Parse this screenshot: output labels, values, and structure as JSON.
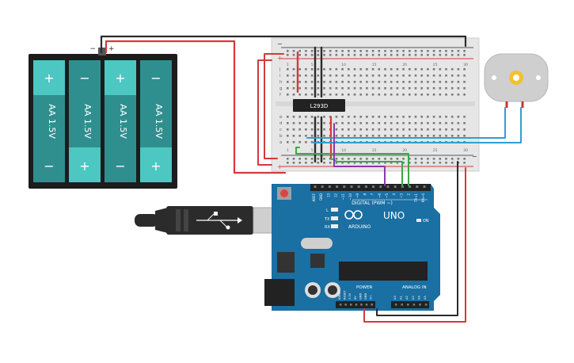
{
  "battery_pack": {
    "cells": [
      {
        "label": "AA 1.5V",
        "top": "+",
        "bottom": "−"
      },
      {
        "label": "AA 1.5V",
        "top": "−",
        "bottom": "+"
      },
      {
        "label": "AA 1.5V",
        "top": "+",
        "bottom": "−"
      },
      {
        "label": "AA 1.5V",
        "top": "−",
        "bottom": "+"
      }
    ],
    "terminal_minus": "−",
    "terminal_plus": "+"
  },
  "breadboard": {
    "rail_top_plus": "+",
    "rail_top_minus": "−",
    "rail_bot_plus": "+",
    "rail_bot_minus": "−",
    "row_letters_top": [
      "j",
      "i",
      "h",
      "g",
      "f"
    ],
    "row_letters_bottom": [
      "e",
      "d",
      "c",
      "b",
      "a"
    ],
    "col_numbers": [
      "1",
      "5",
      "10",
      "15",
      "20",
      "25",
      "30"
    ]
  },
  "chip": {
    "label": "L293D"
  },
  "arduino": {
    "brand": "ARDUINO",
    "model": "UNO",
    "digital_label": "DIGITAL (PWM ~)",
    "power_label": "POWER",
    "analog_label": "ANALOG IN",
    "on_label": "ON",
    "led_l": "L",
    "led_tx": "TX",
    "led_rx": "RX",
    "digital_pins": [
      "AREF",
      "GND",
      "13",
      "12",
      "~11",
      "~10",
      "~9",
      "8",
      "7",
      "~6",
      "~5",
      "4",
      "~3",
      "2",
      "TX→1",
      "RX←0"
    ],
    "power_pins": [
      "IOREF",
      "RESET",
      "3.3V",
      "5V",
      "GND",
      "GND",
      "Vin"
    ],
    "analog_pins": [
      "A0",
      "A1",
      "A2",
      "A3",
      "A4",
      "A5"
    ]
  },
  "colors": {
    "wire_red": "#d43a3a",
    "wire_black": "#2b2b2b",
    "wire_blue": "#2f9fd3",
    "wire_green": "#3aa84a",
    "wire_purple": "#8a3aa8",
    "board_blue": "#1a6fa3",
    "battery_teal": "#2f8f8f"
  }
}
